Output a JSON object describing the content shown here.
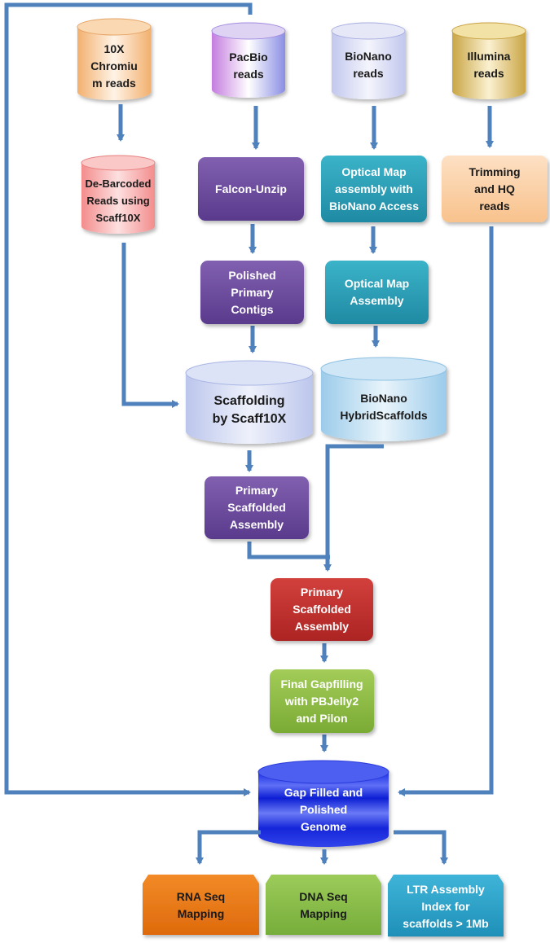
{
  "diagram": {
    "sources": {
      "tenx": "10X\nChromiu\nm reads",
      "pacbio": "PacBio\nreads",
      "bionano": "BioNano\nreads",
      "illumina": "Illumina\nreads"
    },
    "steps": {
      "debarcoded": "De-Barcoded\nReads using\nScaff10X",
      "falcon": "Falcon-Unzip",
      "optical_access": "Optical Map\nassembly with\nBioNano Access",
      "trimming": "Trimming\nand HQ\nreads",
      "polished_contigs": "Polished\nPrimary\nContigs",
      "optical_assembly": "Optical Map\nAssembly",
      "scaffolding": "Scaffolding\nby Scaff10X",
      "hybrid": "BioNano\nHybridScaffolds",
      "primary_scaffolded_purple": "Primary\nScaffolded\nAssembly",
      "primary_scaffolded_red": "Primary\nScaffolded\nAssembly",
      "gapfilling": "Final Gapfilling\nwith PBJelly2\nand Pilon",
      "final_genome": "Gap Filled and\nPolished\nGenome"
    },
    "outputs": {
      "rna": "RNA Seq\nMapping",
      "dna": "DNA Seq\nMapping",
      "ltr": "LTR Assembly\nIndex for\nscaffolds > 1Mb"
    },
    "colors": {
      "arrow": "#4f81bd",
      "purple": "#6e4a9e",
      "teal": "#2c9db5",
      "red": "#c0302e",
      "green": "#8cbd44",
      "orange": "#ec7a16",
      "cyan": "#2fa6cc"
    }
  }
}
